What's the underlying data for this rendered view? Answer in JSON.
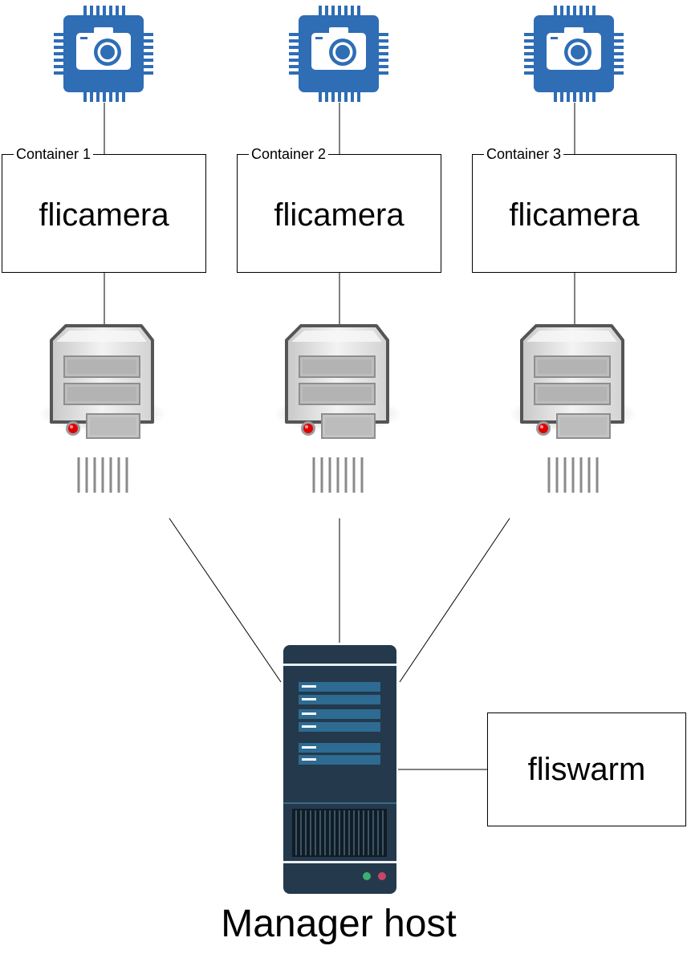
{
  "containers": [
    {
      "tag": "Container 1",
      "name": "flicamera"
    },
    {
      "tag": "Container 2",
      "name": "flicamera"
    },
    {
      "tag": "Container 3",
      "name": "flicamera"
    }
  ],
  "manager": {
    "service": "fliswarm",
    "label": "Manager host"
  },
  "icons": {
    "camera": "camera-chip-icon",
    "node_server": "server-tower-icon",
    "manager_server": "rack-server-icon"
  },
  "colors": {
    "camera_chip": "#2f6db5",
    "manager_server": "#24394b",
    "line": "#000000"
  }
}
